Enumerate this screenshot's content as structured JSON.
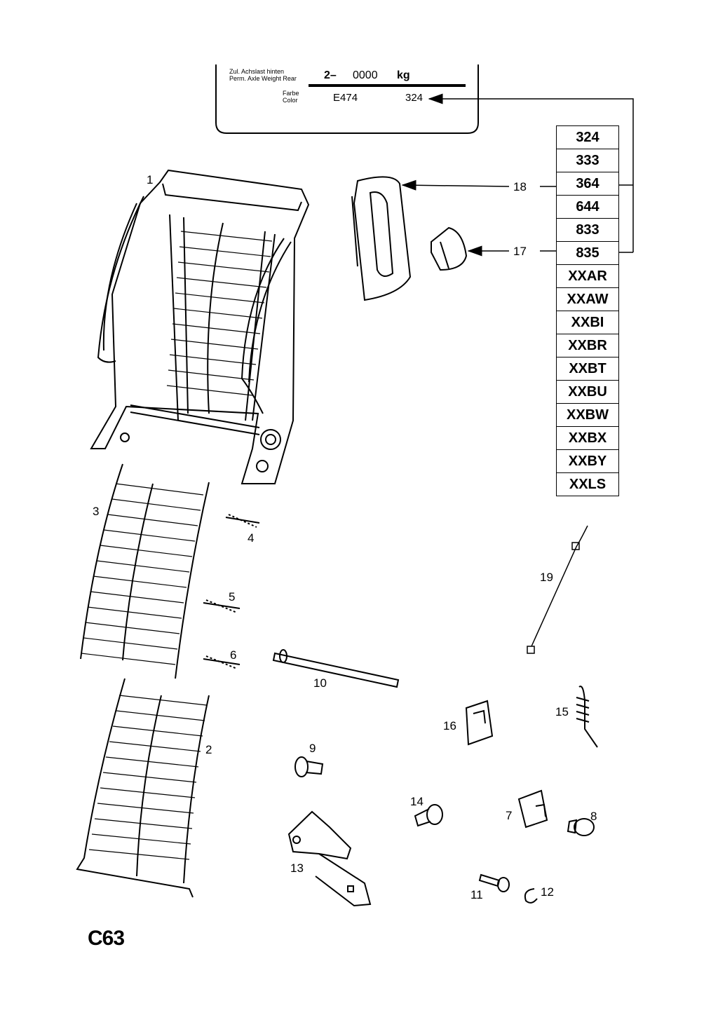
{
  "plate": {
    "label_de": "Zul. Achslast hinten",
    "label_en": "Perm. Axle Weight Rear",
    "weight_prefix": "2–",
    "weight_value": "0000",
    "weight_unit": "kg",
    "color_label_de": "Farbe",
    "color_label_en": "Color",
    "color_code": "E474",
    "color_number": "324"
  },
  "color_codes": [
    "324",
    "333",
    "364",
    "644",
    "833",
    "835",
    "XXAR",
    "XXAW",
    "XXBI",
    "XXBR",
    "XXBT",
    "XXBU",
    "XXBW",
    "XXBX",
    "XXBY",
    "XXLS"
  ],
  "callouts": {
    "p1": "1",
    "p2": "2",
    "p3": "3",
    "p4": "4",
    "p5": "5",
    "p6": "6",
    "p7": "7",
    "p8": "8",
    "p9": "9",
    "p10": "10",
    "p11": "11",
    "p12": "12",
    "p13": "13",
    "p14": "14",
    "p15": "15",
    "p16": "16",
    "p17": "17",
    "p18": "18",
    "p19": "19"
  },
  "page_code": "C63"
}
